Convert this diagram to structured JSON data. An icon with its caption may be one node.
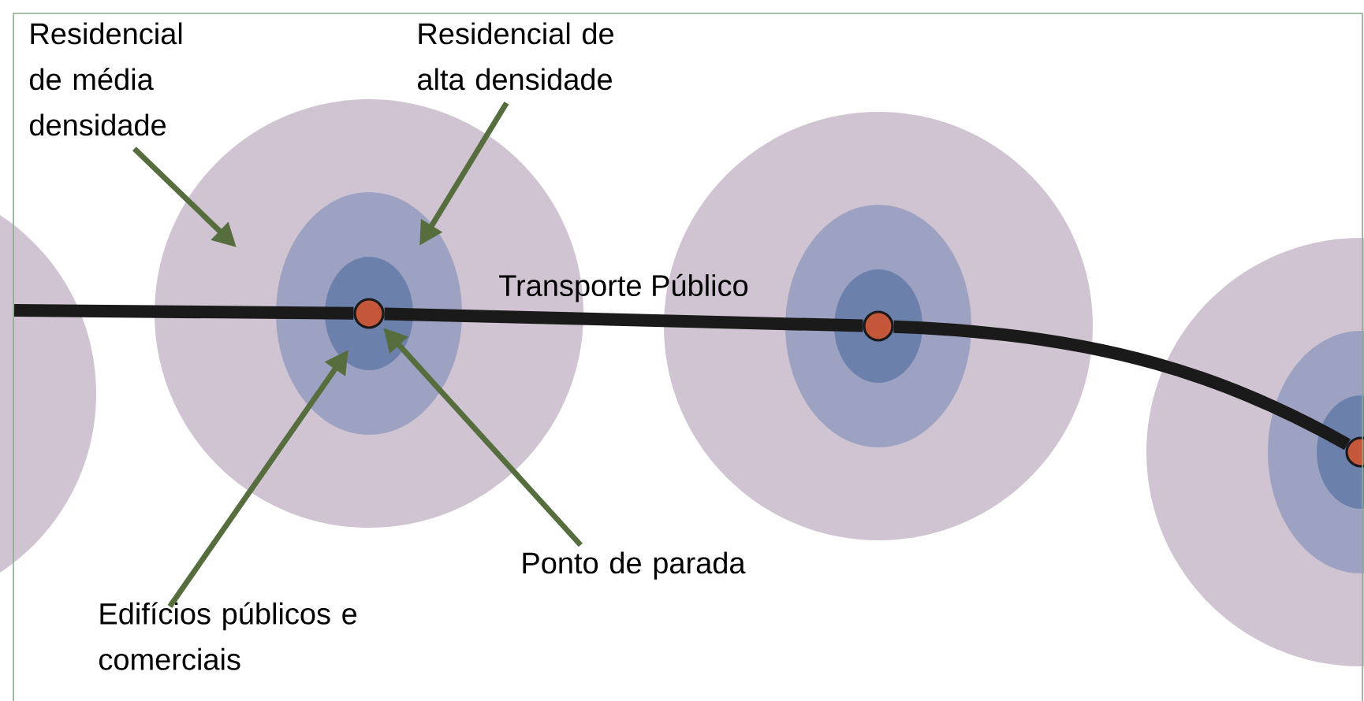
{
  "diagram": {
    "nodes": [
      {
        "text": [
          "Residencial de média densidade"
        ]
      },
      {
        "text": [
          "Residencial de alta densidade"
        ]
      },
      {
        "text": [
          "Edifícios públicos e comerciais"
        ]
      },
      {
        "text": [
          "Ponto de parada"
        ]
      },
      {
        "text": [],
        "shape": "circle"
      },
      {
        "text": [],
        "shape": "circle"
      },
      {
        "text": [],
        "shape": "ellipse",
        "in": 5
      },
      {
        "text": [],
        "shape": "ellipse",
        "in": 6
      },
      {
        "text": [],
        "shape": "circle",
        "in": 7
      },
      {
        "text": [],
        "shape": "circle"
      },
      {
        "text": [],
        "shape": "ellipse",
        "in": 9
      },
      {
        "text": [],
        "shape": "ellipse",
        "in": 10
      },
      {
        "text": [],
        "shape": "circle",
        "in": 11
      },
      {
        "text": [],
        "shape": "circle"
      },
      {
        "text": [],
        "shape": "ellipse",
        "in": 13
      },
      {
        "text": [],
        "shape": "ellipse",
        "in": 14
      },
      {
        "text": [],
        "shape": "circle",
        "in": 15
      }
    ],
    "edges": [
      {
        "from": 0,
        "to": 5,
        "arrow": "to"
      },
      {
        "from": 1,
        "to": 6,
        "arrow": "to"
      },
      {
        "from": 2,
        "to": 7,
        "arrow": "to"
      },
      {
        "from": 3,
        "to": 8,
        "arrow": "to"
      },
      {
        "from": 4,
        "to": 8,
        "arrow": "none",
        "style": "thick",
        "color": "#1a1a1a"
      },
      {
        "from": 8,
        "to": 12,
        "arrow": "none",
        "style": "thick",
        "color": "#1a1a1a",
        "label": "Transporte Público"
      },
      {
        "from": 12,
        "to": 16,
        "arrow": "none",
        "style": "thick",
        "color": "#1a1a1a"
      }
    ]
  }
}
